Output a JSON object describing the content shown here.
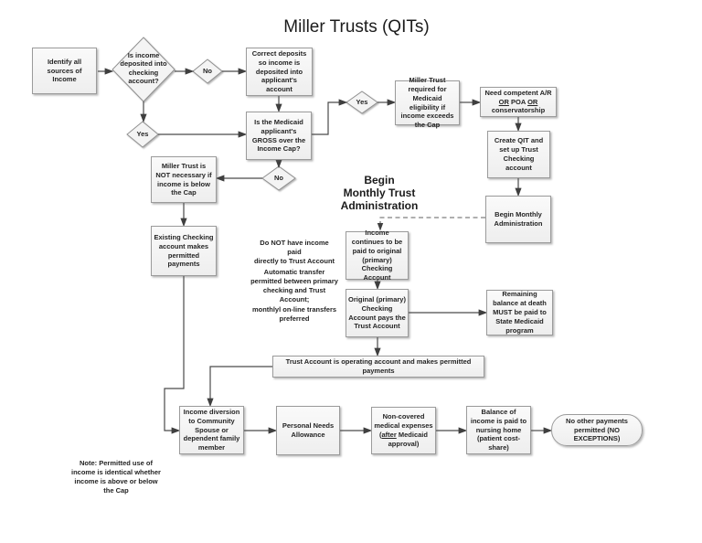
{
  "title": "Miller Trusts (QITs)",
  "headings": {
    "begin_monthly": "Begin\nMonthly Trust\nAdministration"
  },
  "decisions": {
    "deposited": "Is income deposited into checking account?",
    "no_1": "No",
    "yes_1": "Yes",
    "no_2": "No",
    "yes_2": "Yes"
  },
  "nodes": {
    "identify": "Identify all sources of Income",
    "correct_deposits": "Correct deposits so income is deposited into applicant's account",
    "gross_over_cap": "Is the Medicaid applicant's GROSS over the Income Cap?",
    "not_necessary": "Miller Trust is NOT necessary if income is below the Cap",
    "existing_checking": "Existing Checking account makes permitted payments",
    "required": "Miller Trust required for Medicaid eligibility if income exceeds the Cap",
    "need_competent": {
      "p1": "Need competent A/R ",
      "or1": "OR",
      "p2": " POA ",
      "or2": "OR",
      "p3": " conservatorship"
    },
    "create_qit": "Create QIT and set up Trust Checking account",
    "begin_admin": "Begin Monthly Administration",
    "income_continues": "Income continues to be paid to original (primary) Checking Account",
    "original_pays": "Original (primary) Checking Account pays the Trust Account",
    "remaining_balance": "Remaining balance at death MUST be paid to State Medicaid program",
    "trust_operating": "Trust Account is operating account and makes permitted payments",
    "income_diversion": "Income diversion to Community Spouse or dependent family member",
    "personal_needs": "Personal Needs Allowance",
    "non_covered": {
      "p1": "Non-covered medical expenses (",
      "u": "after",
      "p2": " Medicaid approval)"
    },
    "balance_nursing": "Balance of income is paid to nursing home (patient cost-share)",
    "no_other": "No other payments permitted (NO EXCEPTIONS)"
  },
  "notes": {
    "direct_payment": "Do NOT have income paid\ndirectly to Trust Account",
    "auto_transfer": "Automatic transfer\npermitted between primary\nchecking and Trust Account;\nmonthlyl on-line transfers\npreferred",
    "bottom": "Note: Permitted use of\nincome is identical whether\nincome is above or below\nthe Cap"
  },
  "colors": {
    "box_fill": "#f2f2f2",
    "box_border": "#9b9b9b",
    "arrow": "#4a4a4a",
    "text": "#242424"
  }
}
